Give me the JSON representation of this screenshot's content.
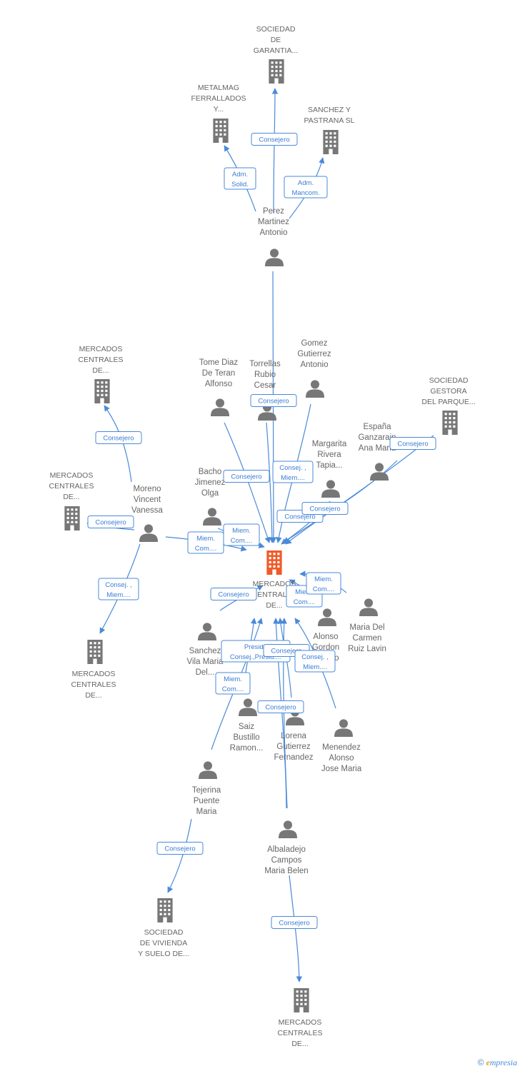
{
  "colors": {
    "edge": "#4a8ad8",
    "node": "#777777",
    "center": "#f05a28",
    "label": "#666666"
  },
  "center": {
    "lines": [
      "MERCADOS",
      "CENTRALES",
      "DE..."
    ]
  },
  "companies": [
    {
      "id": "c1",
      "lines": [
        "SOCIEDAD",
        "DE",
        "GARANTIA..."
      ]
    },
    {
      "id": "c2",
      "lines": [
        "METALMAG",
        "FERRALLADOS",
        "Y..."
      ]
    },
    {
      "id": "c3",
      "lines": [
        "SANCHEZ Y",
        "PASTRANA SL"
      ]
    },
    {
      "id": "c4",
      "lines": [
        "MERCADOS",
        "CENTRALES",
        "DE..."
      ]
    },
    {
      "id": "c5",
      "lines": [
        "SOCIEDAD",
        "GESTORA",
        "DEL PARQUE..."
      ]
    },
    {
      "id": "c6",
      "lines": [
        "MERCADOS",
        "CENTRALES",
        "DE..."
      ]
    },
    {
      "id": "c7",
      "lines": [
        "MERCADOS",
        "CENTRALES",
        "DE..."
      ]
    },
    {
      "id": "c8",
      "lines": [
        "SOCIEDAD",
        "DE VIVIENDA",
        "Y SUELO DE..."
      ]
    },
    {
      "id": "c9",
      "lines": [
        "MERCADOS",
        "CENTRALES",
        "DE..."
      ]
    }
  ],
  "persons": [
    {
      "id": "p1",
      "lines": [
        "Perez",
        "Martinez",
        "Antonio"
      ]
    },
    {
      "id": "p2",
      "lines": [
        "Tome Diaz",
        "De Teran",
        "Alfonso"
      ]
    },
    {
      "id": "p3",
      "lines": [
        "Torrellas",
        "Rubio",
        "Cesar"
      ]
    },
    {
      "id": "p4",
      "lines": [
        "Gomez",
        "Gutierrez",
        "Antonio"
      ]
    },
    {
      "id": "p5",
      "lines": [
        "España",
        "Ganzarain",
        "Ana Maria"
      ]
    },
    {
      "id": "p6",
      "lines": [
        "Margarita",
        "Rivera",
        "Tapia..."
      ]
    },
    {
      "id": "p7",
      "lines": [
        "Bacho",
        "Jimenez",
        "Olga"
      ]
    },
    {
      "id": "p8",
      "lines": [
        "Moreno",
        "Vincent",
        "Vanessa"
      ]
    },
    {
      "id": "p9",
      "lines": [
        "Alonso",
        "Gordon",
        "Ignacio"
      ]
    },
    {
      "id": "p10",
      "lines": [
        "Maria Del",
        "Carmen",
        "Ruiz Lavin"
      ]
    },
    {
      "id": "p11",
      "lines": [
        "Sanchez",
        "Vila Maria",
        "Del..."
      ]
    },
    {
      "id": "p12",
      "lines": [
        "Saiz",
        "Bustillo",
        "Ramon..."
      ]
    },
    {
      "id": "p13",
      "lines": [
        "Lorena",
        "Gutierrez",
        "Fernandez"
      ]
    },
    {
      "id": "p14",
      "lines": [
        "Menendez",
        "Alonso",
        "Jose Maria"
      ]
    },
    {
      "id": "p15",
      "lines": [
        "Tejerina",
        "Puente",
        "Maria"
      ]
    },
    {
      "id": "p16",
      "lines": [
        "Albaladejo",
        "Campos",
        "Maria Belen"
      ]
    }
  ],
  "badges": [
    {
      "id": "b1",
      "lines": [
        "Consejero"
      ]
    },
    {
      "id": "b2",
      "lines": [
        "Adm.",
        "Solid."
      ]
    },
    {
      "id": "b3",
      "lines": [
        "Adm.",
        "Mancom."
      ]
    },
    {
      "id": "b4",
      "lines": [
        "Consejero"
      ]
    },
    {
      "id": "b5",
      "lines": [
        "Consejero"
      ]
    },
    {
      "id": "b6",
      "lines": [
        "Consejero"
      ]
    },
    {
      "id": "b7",
      "lines": [
        "Consejero"
      ]
    },
    {
      "id": "b8",
      "lines": [
        "Consejero"
      ]
    },
    {
      "id": "b9",
      "lines": [
        "Consej. ,",
        "Miem...."
      ]
    },
    {
      "id": "b10",
      "lines": [
        "Consejero"
      ]
    },
    {
      "id": "b11",
      "lines": [
        "Consejero"
      ]
    },
    {
      "id": "b12",
      "lines": [
        "Miem.",
        "Com...."
      ]
    },
    {
      "id": "b13",
      "lines": [
        "Miem.",
        "Com...."
      ]
    },
    {
      "id": "b14",
      "lines": [
        "Consej. ,",
        "Miem...."
      ]
    },
    {
      "id": "b15",
      "lines": [
        "Consejero"
      ]
    },
    {
      "id": "b16",
      "lines": [
        "Miem.",
        "Com...."
      ]
    },
    {
      "id": "b17",
      "lines": [
        "Miem.",
        "Com...."
      ]
    },
    {
      "id": "b18",
      "lines": [
        "Presid.,",
        "Consej.,Presid...."
      ]
    },
    {
      "id": "b19",
      "lines": [
        "Consejero"
      ]
    },
    {
      "id": "b20",
      "lines": [
        "Consej. ,",
        "Miem...."
      ]
    },
    {
      "id": "b21",
      "lines": [
        "Miem.",
        "Com...."
      ]
    },
    {
      "id": "b22",
      "lines": [
        "Consejero"
      ]
    },
    {
      "id": "b23",
      "lines": [
        "Consejero"
      ]
    },
    {
      "id": "b24",
      "lines": [
        "Consejero"
      ]
    }
  ],
  "brand": {
    "copyright": "©",
    "first_letter": "e",
    "rest": "mpresia"
  }
}
